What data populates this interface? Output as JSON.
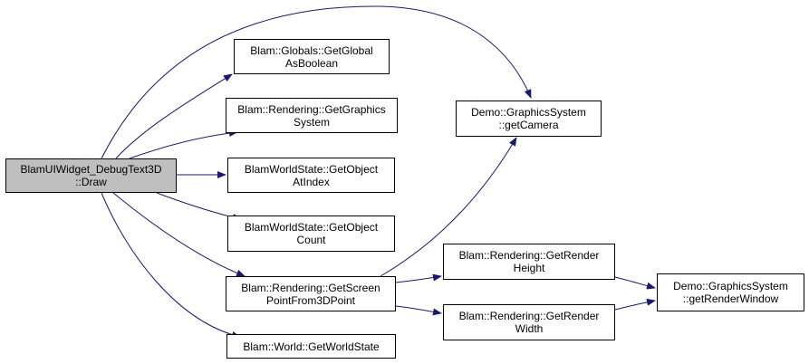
{
  "colors": {
    "edge": "#191970",
    "root_fill": "#bfbfbf",
    "node_fill": "#ffffff",
    "border": "#000000"
  },
  "nodes": {
    "root": [
      "BlamUIWidget_DebugText3D",
      "::Draw"
    ],
    "get_global_as_boolean": [
      "Blam::Globals::GetGlobal",
      "AsBoolean"
    ],
    "get_graphics_system": [
      "Blam::Rendering::GetGraphics",
      "System"
    ],
    "get_object_at_index": [
      "BlamWorldState::GetObject",
      "AtIndex"
    ],
    "get_object_count": [
      "BlamWorldState::GetObject",
      "Count"
    ],
    "get_screen_point": [
      "Blam::Rendering::GetScreen",
      "PointFrom3DPoint"
    ],
    "get_world_state": [
      "Blam::World::GetWorldState"
    ],
    "get_camera": [
      "Demo::GraphicsSystem",
      "::getCamera"
    ],
    "get_render_height": [
      "Blam::Rendering::GetRender",
      "Height"
    ],
    "get_render_width": [
      "Blam::Rendering::GetRender",
      "Width"
    ],
    "get_render_window": [
      "Demo::GraphicsSystem",
      "::getRenderWindow"
    ]
  },
  "edges": [
    [
      "root",
      "get_global_as_boolean"
    ],
    [
      "root",
      "get_graphics_system"
    ],
    [
      "root",
      "get_object_at_index"
    ],
    [
      "root",
      "get_object_count"
    ],
    [
      "root",
      "get_screen_point"
    ],
    [
      "root",
      "get_world_state"
    ],
    [
      "root",
      "get_camera"
    ],
    [
      "get_screen_point",
      "get_camera"
    ],
    [
      "get_screen_point",
      "get_render_height"
    ],
    [
      "get_screen_point",
      "get_render_width"
    ],
    [
      "get_render_height",
      "get_render_window"
    ],
    [
      "get_render_width",
      "get_render_window"
    ]
  ]
}
